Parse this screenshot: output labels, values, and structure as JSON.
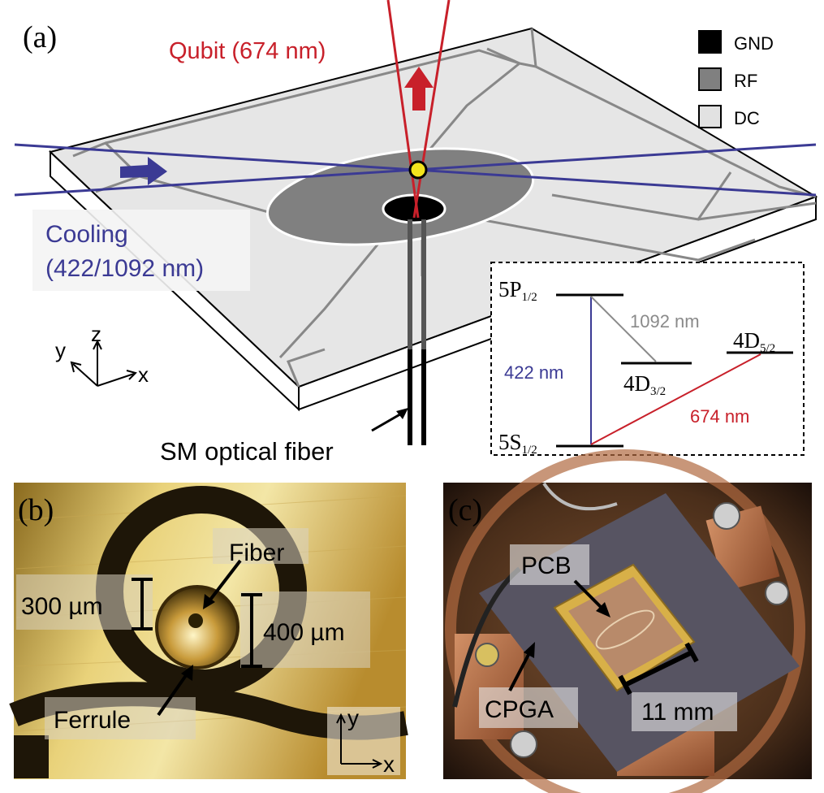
{
  "panel_a": {
    "label": "(a)",
    "qubit_label": "Qubit (674 nm)",
    "cooling_label_1": "Cooling",
    "cooling_label_2": "(422/1092 nm)",
    "fiber_label": "SM optical fiber",
    "axes": {
      "y": "y",
      "z": "z",
      "x": "x"
    },
    "legend": [
      {
        "key": "GND",
        "color": "#000000"
      },
      {
        "key": "RF",
        "color": "#808080"
      },
      {
        "key": "DC",
        "color": "#e2e2e2"
      }
    ],
    "levels": {
      "p12": "5P",
      "p12_sub": "1/2",
      "s12": "5S",
      "s12_sub": "1/2",
      "d32": "4D",
      "d32_sub": "3/2",
      "d52": "4D",
      "d52_sub": "5/2",
      "t422": "422 nm",
      "t1092": "1092 nm",
      "t674": "674 nm"
    },
    "colors": {
      "qubit": "#c8202a",
      "cooling": "#3b3a94",
      "gray_line": "#8a8a8a"
    }
  },
  "panel_b": {
    "label": "(b)",
    "fiber": "Fiber",
    "ferrule": "Ferrule",
    "dim_300": "300 µm",
    "dim_400": "400 µm",
    "axis_y": "y",
    "axis_x": "x"
  },
  "panel_c": {
    "label": "(c)",
    "pcb": "PCB",
    "cpga": "CPGA",
    "scale": "11 mm"
  }
}
